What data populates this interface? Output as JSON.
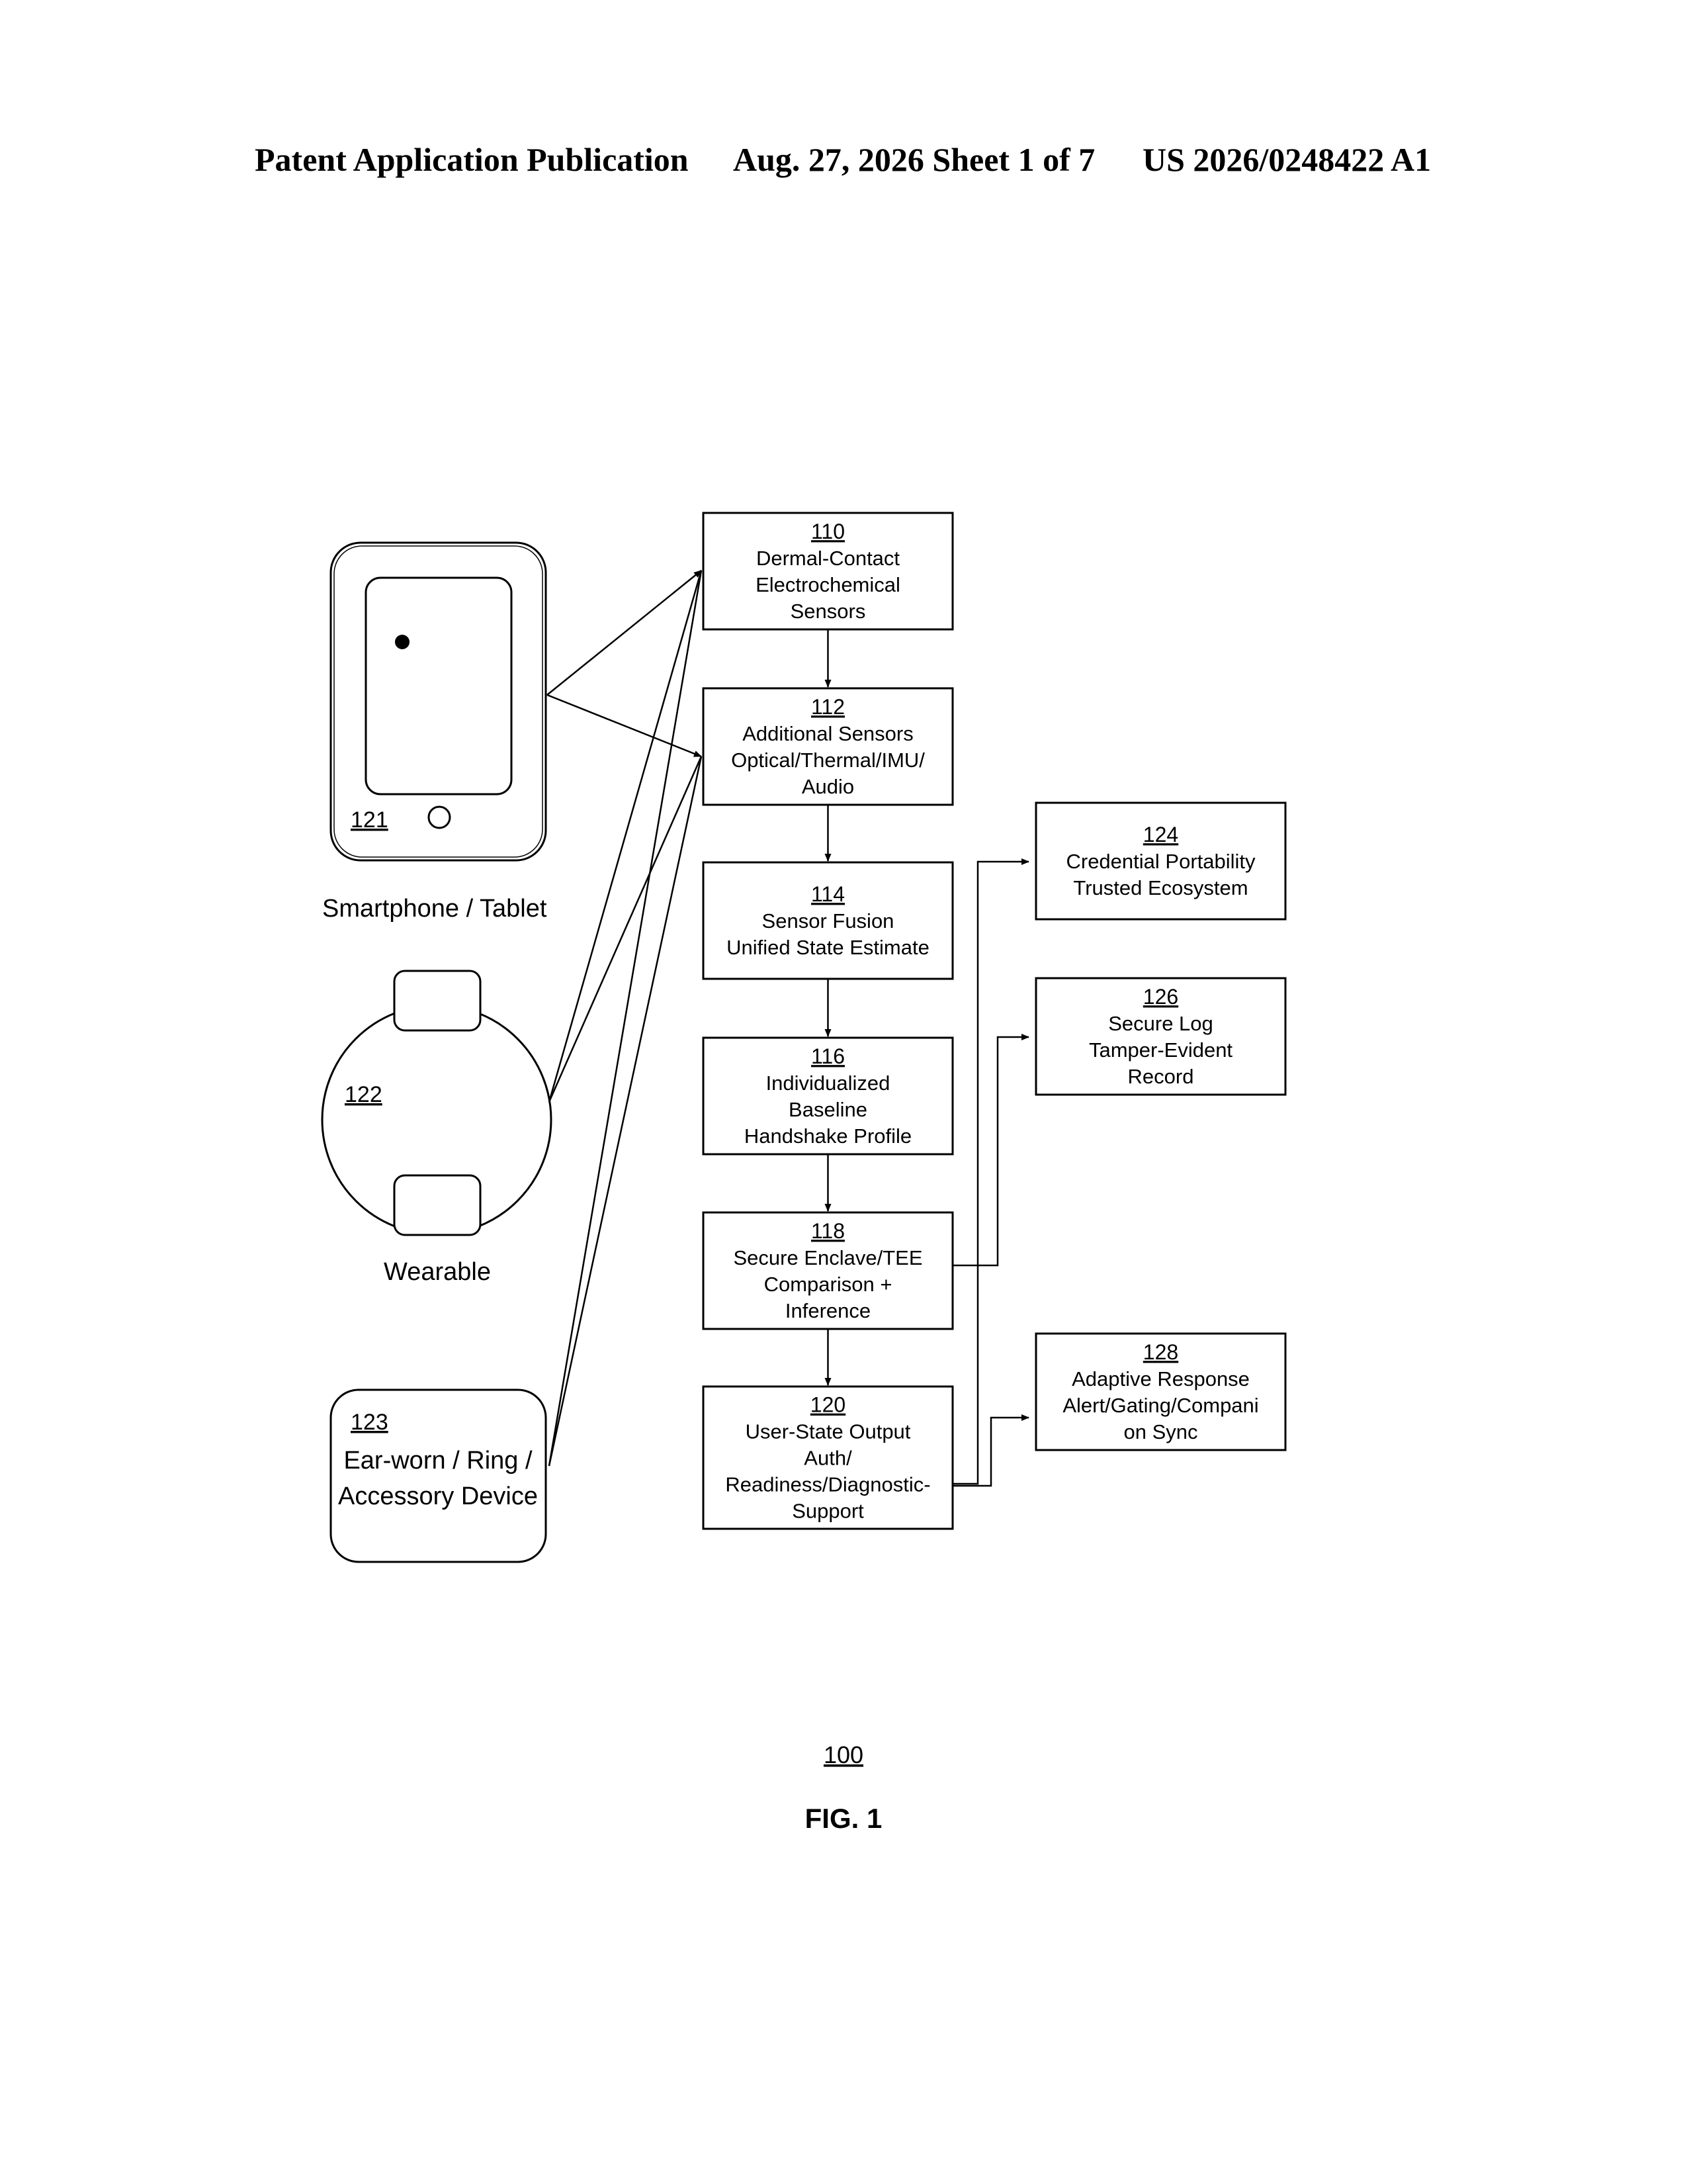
{
  "header": {
    "left": "Patent Application Publication",
    "middle": "Aug. 27, 2026  Sheet 1 of 7",
    "right": "US 2026/0248422 A1"
  },
  "devices": {
    "phone": {
      "ref": "121",
      "label": "Smartphone / Tablet"
    },
    "wearable": {
      "ref": "122",
      "label": "Wearable"
    },
    "accessory": {
      "ref": "123",
      "line1": "Ear-worn / Ring /",
      "line2": "Accessory Device"
    }
  },
  "flow": [
    {
      "ref": "110",
      "lines": [
        "Dermal-Contact",
        "Electrochemical",
        "Sensors"
      ]
    },
    {
      "ref": "112",
      "lines": [
        "Additional Sensors",
        "Optical/Thermal/IMU/",
        "Audio"
      ]
    },
    {
      "ref": "114",
      "lines": [
        "Sensor Fusion",
        "Unified State Estimate"
      ]
    },
    {
      "ref": "116",
      "lines": [
        "Individualized",
        "Baseline",
        "Handshake Profile"
      ]
    },
    {
      "ref": "118",
      "lines": [
        "Secure Enclave/TEE",
        "Comparison +",
        "Inference"
      ]
    },
    {
      "ref": "120",
      "lines": [
        "User-State Output",
        "Auth/",
        "Readiness/Diagnostic-",
        "Support"
      ]
    }
  ],
  "outputs": [
    {
      "ref": "124",
      "lines": [
        "Credential Portability",
        "Trusted Ecosystem"
      ]
    },
    {
      "ref": "126",
      "lines": [
        "Secure Log",
        "Tamper-Evident",
        "Record"
      ]
    },
    {
      "ref": "128",
      "lines": [
        "Adaptive Response",
        "Alert/Gating/Compani",
        "on Sync"
      ]
    }
  ],
  "figure": {
    "ref": "100",
    "caption": "FIG. 1"
  }
}
